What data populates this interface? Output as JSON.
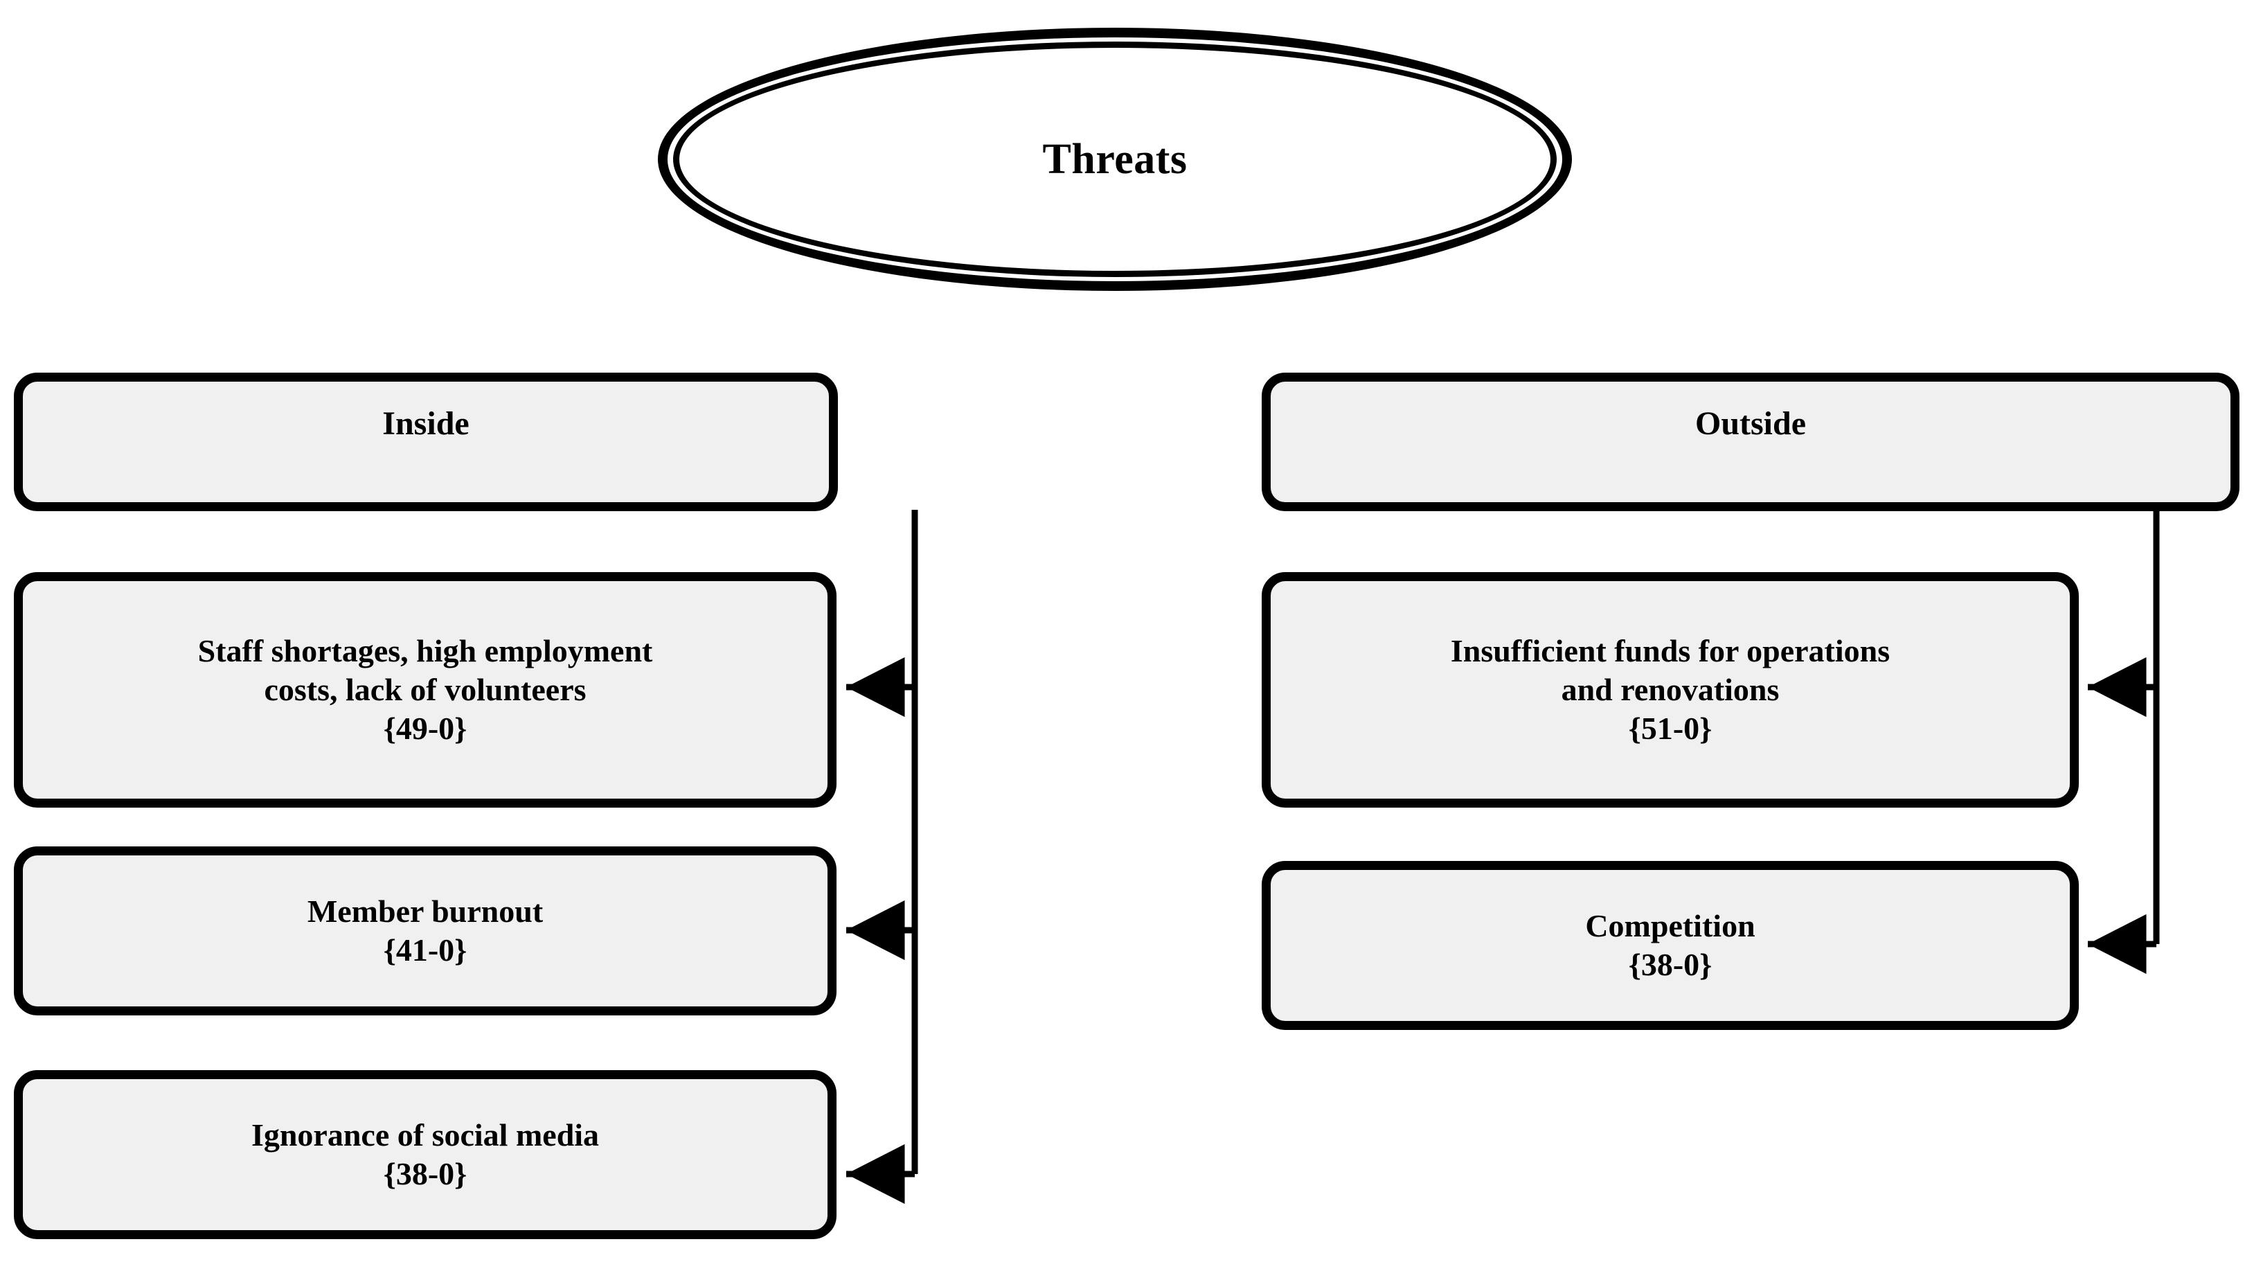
{
  "diagram": {
    "title": "Threats",
    "type": "swot-threats-hierarchy",
    "colors": {
      "box_fill": "#f0f0f0",
      "border": "#000000",
      "background": "#ffffff",
      "text": "#000000"
    },
    "root": {
      "label": "Threats",
      "shape": "double-ellipse"
    },
    "branches": [
      {
        "header": "Inside",
        "items": [
          {
            "text": "Staff shortages, high employment\ncosts, lack of volunteers",
            "code": "{49-0}"
          },
          {
            "text": "Member burnout",
            "code": "{41-0}"
          },
          {
            "text": "Ignorance of social media",
            "code": "{38-0}"
          }
        ]
      },
      {
        "header": "Outside",
        "items": [
          {
            "text": "Insufficient funds for operations\nand renovations",
            "code": "{51-0}"
          },
          {
            "text": "Competition",
            "code": "{38-0}"
          }
        ]
      }
    ]
  },
  "labels": {
    "root": "Threats",
    "inside_header": "Inside",
    "outside_header": "Outside",
    "inside_item_1": "Staff shortages, high employment\ncosts, lack of volunteers\n{49-0}",
    "inside_item_2": "Member burnout\n{41-0}",
    "inside_item_3": "Ignorance of social media\n{38-0}",
    "outside_item_1": "Insufficient funds for operations\nand renovations\n{51-0}",
    "outside_item_2": "Competition\n{38-0}"
  }
}
